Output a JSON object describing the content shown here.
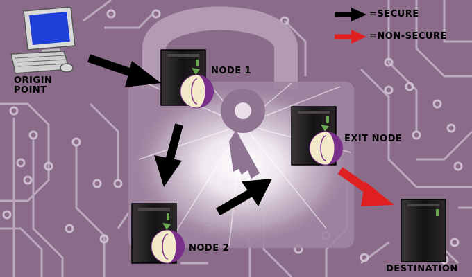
{
  "legend": {
    "secure_label": "=SECURE",
    "nonsecure_label": "=NON-SECURE",
    "secure_color": "#000000",
    "nonsecure_color": "#e02020"
  },
  "nodes": {
    "origin_line1": "ORIGIN",
    "origin_line2": "POINT",
    "node1": "NODE 1",
    "node2": "NODE 2",
    "exit": "EXIT NODE",
    "destination": "DESTINATION"
  },
  "colors": {
    "background": "#8a6c8a",
    "circuit": "#c4b4c6",
    "lock_glow": "#f4eef4",
    "server_body": "#1c1a1c",
    "onion_purple": "#7a2f8a",
    "onion_cream": "#f1e9c7",
    "onion_green": "#6aa84f"
  },
  "icons": {
    "computer": "desktop-computer-icon",
    "server": "server-tower-icon",
    "onion": "tor-onion-icon",
    "lock": "padlock-icon",
    "key": "key-icon"
  }
}
